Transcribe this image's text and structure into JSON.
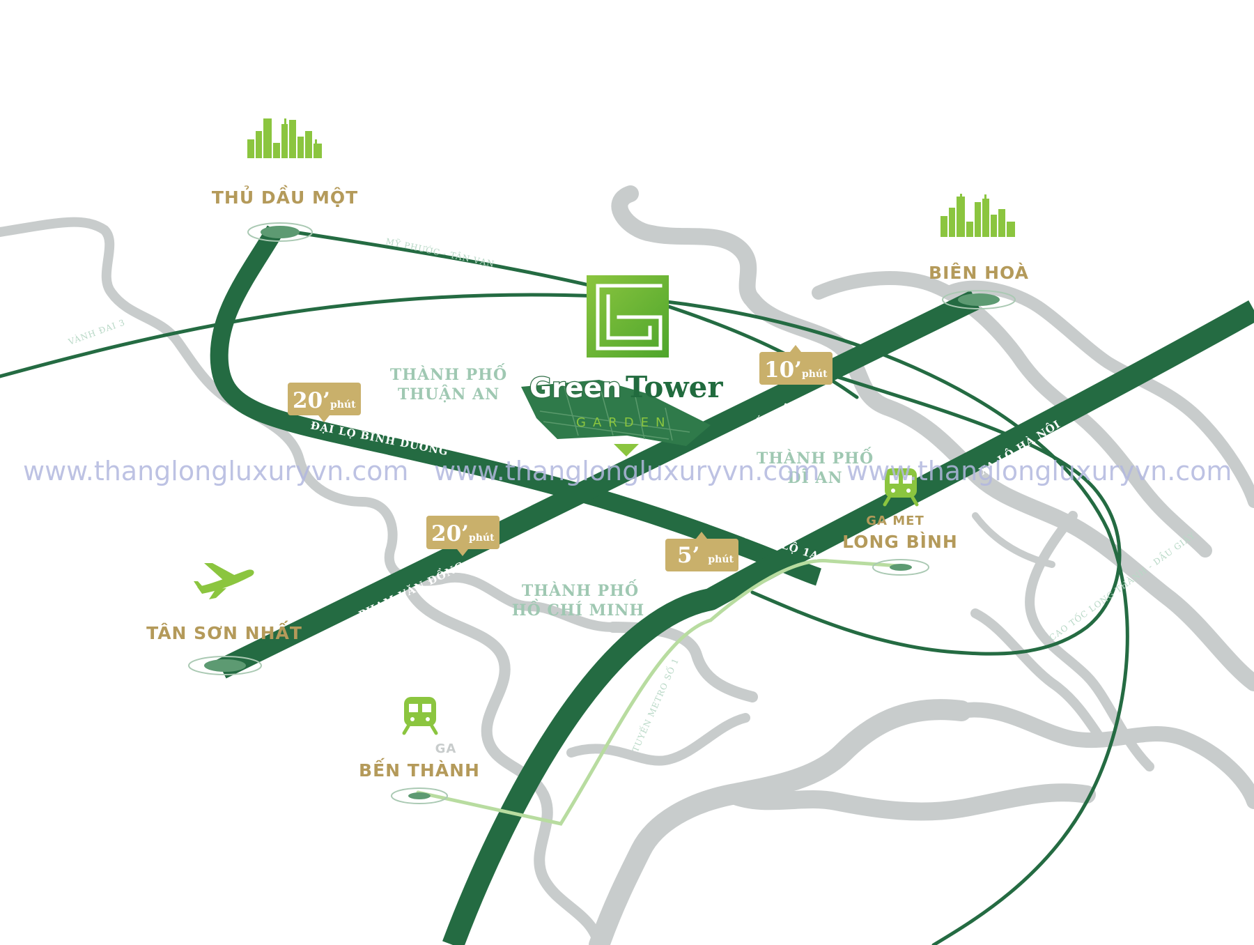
{
  "project": {
    "name_part1": "Green",
    "name_part2": "Tower",
    "subtitle": "GARDEN",
    "logo_colors": [
      "#8bc53f",
      "#5aa62f"
    ]
  },
  "cities": {
    "thu_dau_mot": "THỦ DẦU MỘT",
    "bien_hoa": "BIÊN HOÀ",
    "tan_son_nhat": "TÂN SƠN NHẤT",
    "long_binh": "LONG BÌNH",
    "ben_thanh": "BẾN THÀNH",
    "ga_metro_partial": "GA MET",
    "ga_partial": "GA"
  },
  "districts": {
    "thuan_an_line1": "THÀNH PHỐ",
    "thuan_an_line2": "THUẬN AN",
    "di_an_line1": "THÀNH PHỐ",
    "di_an_line2": "DĨ AN",
    "hcm_line1": "THÀNH PHỐ",
    "hcm_line2": "HỒ CHÍ MINH"
  },
  "roads": {
    "dai_lo_binh_duong": "ĐẠI LỘ BÌNH DƯƠNG",
    "quoc_lo_1k": "QUỐC LỘ 1K",
    "quoc_lo_1a": "QUỐC LỘ 1A",
    "pham_van_dong": "PHẠM VĂN ĐỒNG",
    "xa_lo_ha_noi": "XA LỘ HÀ NỘI",
    "my_phuoc_tan_van": "MỸ PHƯỚC - TÂN VẠN",
    "vanh_dai_3": "VÀNH ĐAI 3",
    "tuyen_metro_so_1": "TUYẾN METRO SỐ 1",
    "cao_toc": "CAO TỐC LONG THÀNH - DẦU GIÂY"
  },
  "travel_times": {
    "unit": "phút",
    "thu_dau_mot": "20’",
    "bien_hoa": "10’",
    "tan_son_nhat": "20’",
    "long_binh": "5’"
  },
  "watermark": {
    "text": "www.thanglongluxuryvn.com"
  },
  "colors": {
    "road_dark": "#246b42",
    "metro_light": "#b8dca0",
    "river": "#c8cccc",
    "gold": "#c9b06b",
    "label_gold": "#b49a5a",
    "icon_green": "#8bc53f"
  }
}
